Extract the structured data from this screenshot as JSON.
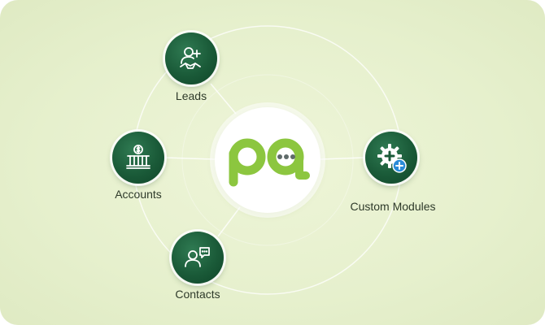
{
  "center": {
    "logo_letters": "pa",
    "brand_color": "#8cc63f",
    "chat_dots_color": "#5f6b6a"
  },
  "modules": [
    {
      "label": "Leads",
      "icon": "user-plus-handshake-icon"
    },
    {
      "label": "Accounts",
      "icon": "bank-dollar-icon"
    },
    {
      "label": "Contacts",
      "icon": "user-chat-icon"
    },
    {
      "label": "Custom Modules",
      "icon": "gear-plus-icon"
    }
  ],
  "colors": {
    "node_fill": "#1a5a38",
    "badge_blue": "#2a8bd8",
    "background": "#e6f0cd",
    "label_text": "#2e3a2a"
  }
}
